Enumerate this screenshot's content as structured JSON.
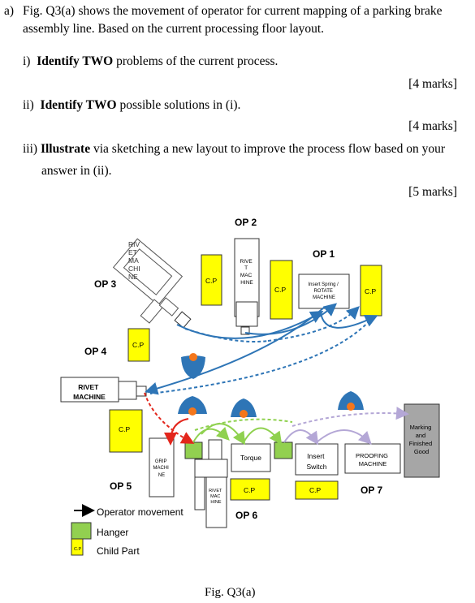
{
  "question": {
    "part_a_label": "a)",
    "part_a_text_line1": "Fig. Q3(a) shows the movement of operator for current mapping of a parking brake",
    "part_a_text_line2": "assembly line. Based on the current processing floor layout.",
    "q1_num": "i)",
    "q1_bold": "Identify TWO",
    "q1_rest": " problems of the current process.",
    "q1_marks": "[4 marks]",
    "q2_num": "ii)",
    "q2_bold": "Identify TWO",
    "q2_rest": " possible solutions in (i).",
    "q2_marks": "[4 marks]",
    "q3_num": "iii)",
    "q3_bold": "Illustrate",
    "q3_rest_line1": " via sketching a new layout to improve the process flow based on your",
    "q3_rest_line2": "answer in (ii).",
    "q3_marks": "[5 marks]"
  },
  "figure": {
    "caption": "Fig. Q3(a)",
    "op_labels": {
      "op1": "OP 1",
      "op2": "OP 2",
      "op3": "OP 3",
      "op4": "OP 4",
      "op5": "OP 5",
      "op6": "OP 6",
      "op7": "OP 7"
    },
    "machines": {
      "rivet_tilted": [
        "RIV",
        "ET",
        "MA",
        "CHI",
        "NE"
      ],
      "rivet_op2": [
        "RIVE",
        "T",
        "MAC",
        "HINE"
      ],
      "insert_spring": [
        "Insert Spring /",
        "ROTATE",
        "MACHINE"
      ],
      "rivet_op4": [
        "RIVET",
        "MACHINE"
      ],
      "grip": [
        "GRIP",
        "MACHI",
        "NE"
      ],
      "rivet_op6": [
        "RIVET",
        "MAC",
        "HINE"
      ],
      "torque": "Torque",
      "insert_switch": [
        "Insert",
        "Switch"
      ],
      "proofing": [
        "PROOFING",
        "MACHINE"
      ],
      "marking": [
        "Marking",
        "and",
        "Finished",
        "Good"
      ]
    },
    "cp_label": "C.P",
    "legend": {
      "operator": "Operator movement",
      "hanger": "Hanger",
      "child_part": "Child Part",
      "child_part_box": "C.P"
    },
    "colors": {
      "child_part": "#ffff00",
      "hanger": "#92d050",
      "operator_blue": "#2e75b6",
      "operator_orange": "#f4761b",
      "arrow_red": "#e3261c",
      "arrow_green": "#8fd14f",
      "arrow_lilac": "#b4a7d6",
      "marking_gray": "#a6a6a6"
    }
  }
}
